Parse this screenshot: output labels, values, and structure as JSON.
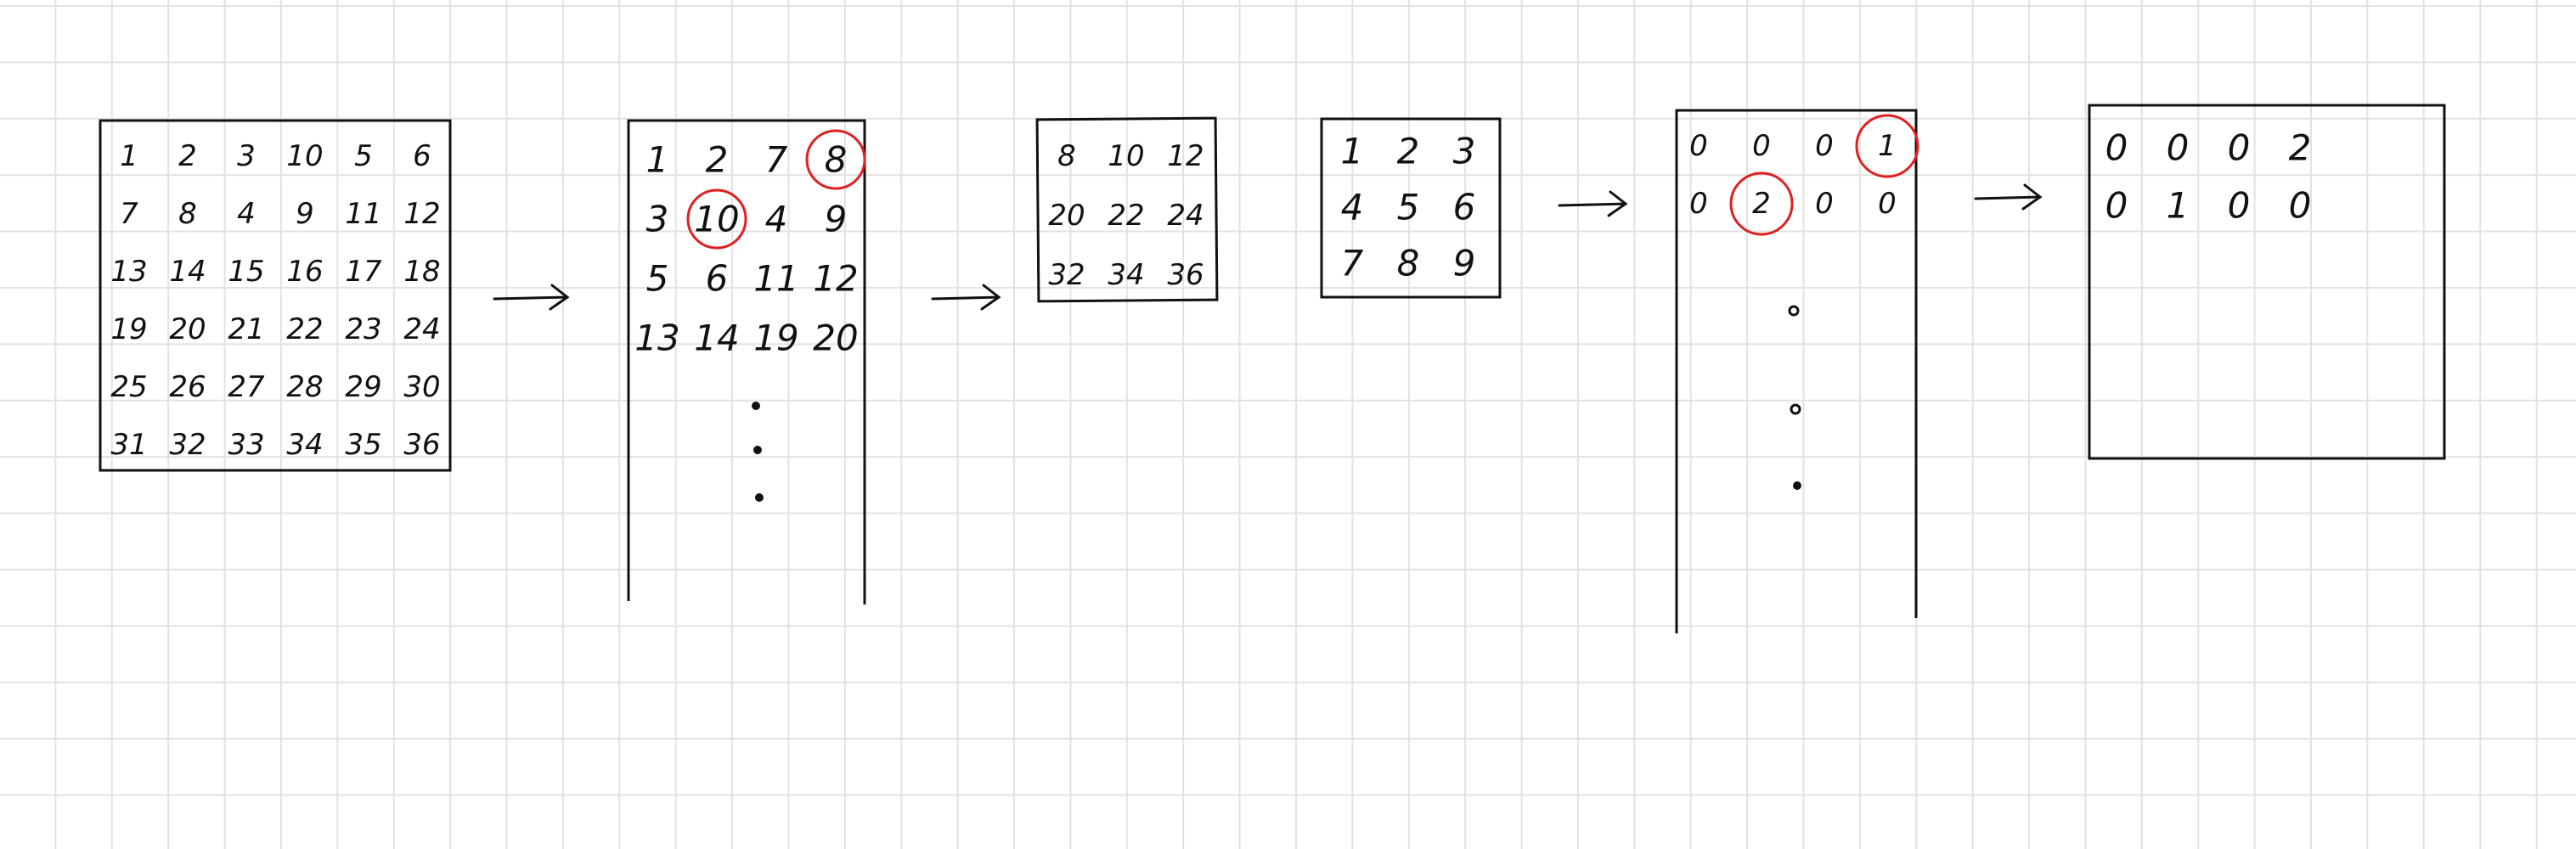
{
  "diagram": {
    "step1_grid": [
      [
        "1",
        "2",
        "3",
        "10",
        "5",
        "6"
      ],
      [
        "7",
        "8",
        "4",
        "9",
        "11",
        "12"
      ],
      [
        "13",
        "14",
        "15",
        "16",
        "17",
        "18"
      ],
      [
        "19",
        "20",
        "21",
        "22",
        "23",
        "24"
      ],
      [
        "25",
        "26",
        "27",
        "28",
        "29",
        "30"
      ],
      [
        "31",
        "32",
        "33",
        "34",
        "35",
        "36"
      ]
    ],
    "step2_rows": [
      [
        "1",
        "2",
        "7",
        "8"
      ],
      [
        "3",
        "10",
        "4",
        "9"
      ],
      [
        "5",
        "6",
        "11",
        "12"
      ],
      [
        "13",
        "14",
        "19",
        "20"
      ]
    ],
    "step2_circled": [
      "8",
      "10"
    ],
    "step3_grid": [
      [
        "8",
        "10",
        "12"
      ],
      [
        "20",
        "22",
        "24"
      ],
      [
        "32",
        "34",
        "36"
      ]
    ],
    "step4_grid": [
      [
        "1",
        "2",
        "3"
      ],
      [
        "4",
        "5",
        "6"
      ],
      [
        "7",
        "8",
        "9"
      ]
    ],
    "step5_rows": [
      [
        "0",
        "0",
        "0",
        "1"
      ],
      [
        "0",
        "2",
        "0",
        "0"
      ]
    ],
    "step5_circled": [
      "1",
      "2"
    ],
    "step6_rows": [
      [
        "0",
        "0",
        "0",
        "2"
      ],
      [
        "0",
        "1",
        "0",
        "0"
      ]
    ],
    "colors": {
      "ink": "#111111",
      "highlight": "#e02020",
      "grid": "#e2e2e2",
      "background": "#ffffff"
    },
    "icons": [
      "right-arrow-icon"
    ]
  }
}
